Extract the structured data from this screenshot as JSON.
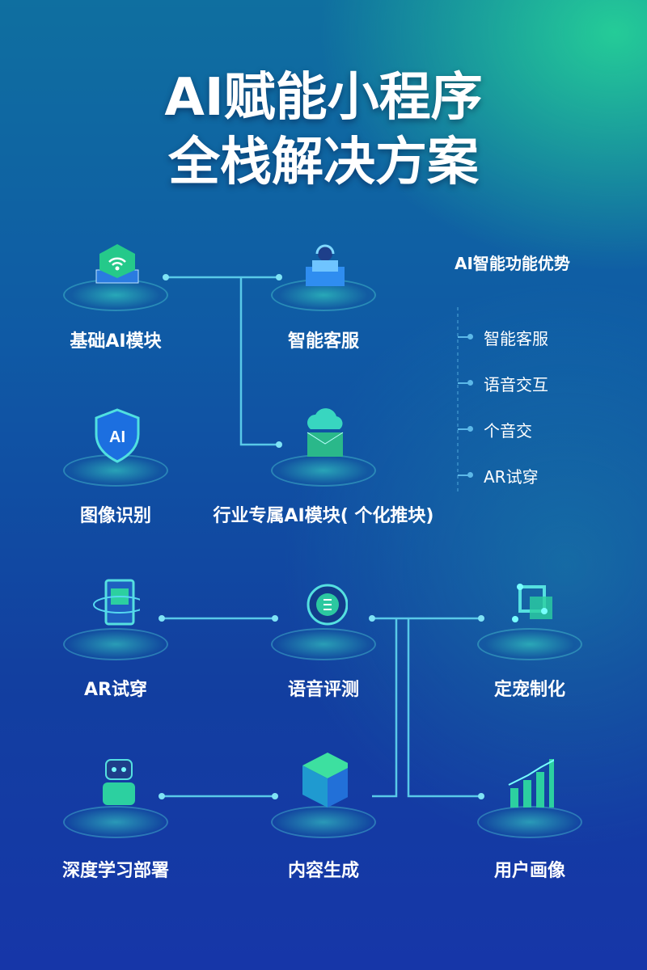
{
  "title": {
    "line1": "AI赋能小程序",
    "line2": "全栈解决方案"
  },
  "panel": {
    "title": "AI智能功能优势",
    "items": [
      "智能客服",
      "语音交互",
      "个音交",
      "AR试穿"
    ]
  },
  "nodes": {
    "base_ai": {
      "label": "基础AI模块",
      "icon": "wifi-chip-icon"
    },
    "customer_service": {
      "label": "智能客服",
      "icon": "agent-headset-icon"
    },
    "image_recognition": {
      "label": "图像识别",
      "icon": "ai-shield-icon"
    },
    "industry_ai": {
      "label": "行业专属AI模块( 个化推块)",
      "icon": "cloud-box-icon"
    },
    "ar_tryon": {
      "label": "AR试穿",
      "icon": "ar-tablet-icon"
    },
    "voice_eval": {
      "label": "语音评测",
      "icon": "voice-orbit-icon"
    },
    "customization": {
      "label": "定宠制化",
      "icon": "network-cube-icon"
    },
    "deep_learning": {
      "label": "深度学习部署",
      "icon": "robot-icon"
    },
    "content_gen": {
      "label": "内容生成",
      "icon": "cube-icon"
    },
    "user_profile": {
      "label": "用户画像",
      "icon": "bar-chart-icon"
    }
  },
  "colors": {
    "accent": "#3fe0c0",
    "line": "#59c9e8"
  }
}
